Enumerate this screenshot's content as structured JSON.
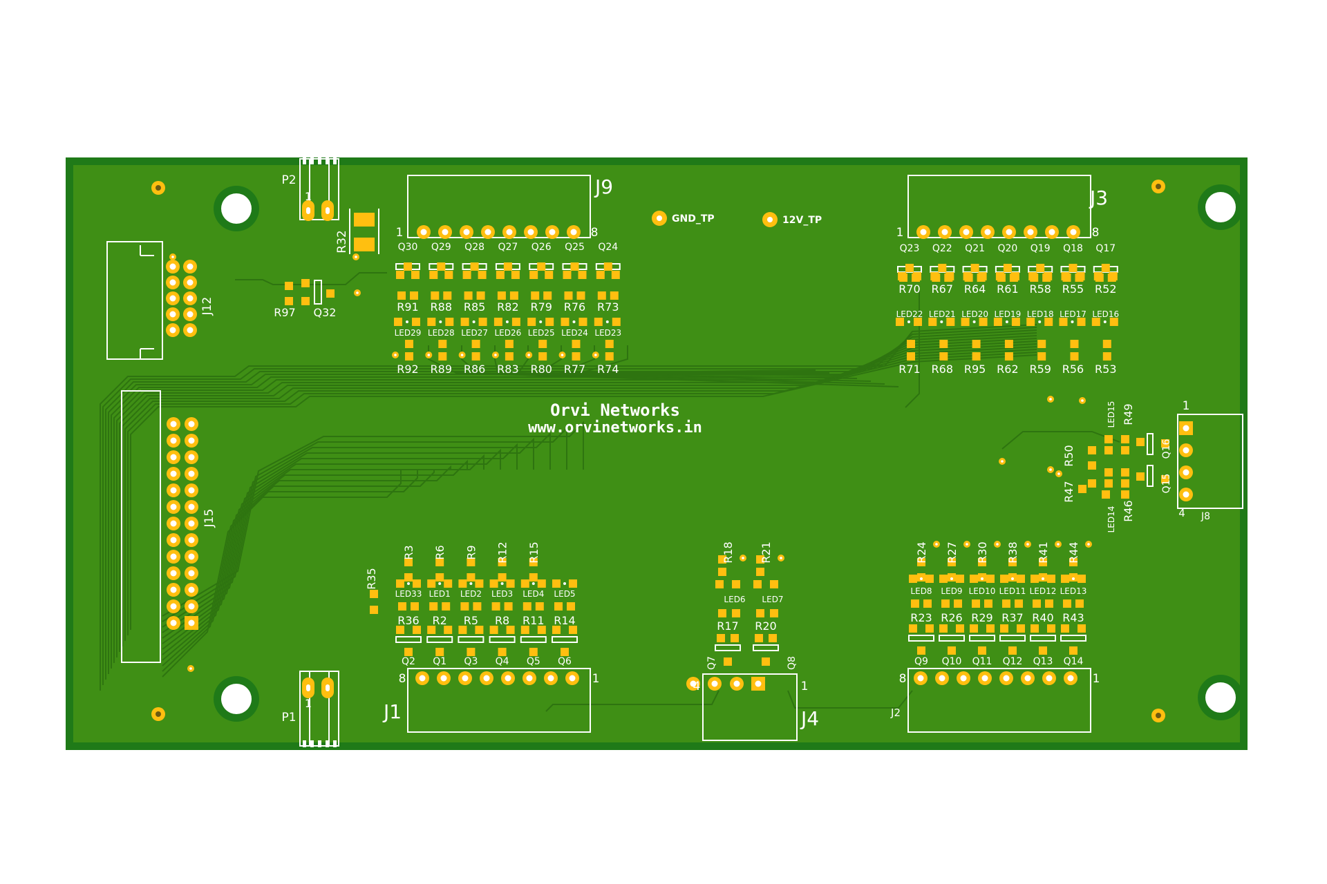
{
  "colors": {
    "background": "#ffffff",
    "board_edge": "#1f7a18",
    "board": "#3f8f15",
    "copper": "#ffbf10",
    "silk": "#ffffff",
    "trace": "#2e7410"
  },
  "brand": {
    "name": "Orvi Networks",
    "url": "www.orvinetworks.in"
  },
  "test_points": {
    "gnd": "GND_TP",
    "v12": "12V_TP"
  },
  "connectors": {
    "j9": {
      "ref": "J9",
      "pin_first": "1",
      "pin_last": "8"
    },
    "j3": {
      "ref": "J3",
      "pin_first": "1",
      "pin_last": "8"
    },
    "j1": {
      "ref": "J1",
      "pin_first": "8",
      "pin_last": "1"
    },
    "j2": {
      "ref": "J2",
      "pin_first": "8",
      "pin_last": "1"
    },
    "j4": {
      "ref": "J4",
      "pin_first": "4",
      "pin_last": "1"
    },
    "j8": {
      "ref": "J8",
      "pin_first": "1",
      "pin_last": "4"
    },
    "j12": {
      "ref": "J12"
    },
    "j15": {
      "ref": "J15"
    },
    "p1": {
      "ref": "P1",
      "pin": "1"
    },
    "p2": {
      "ref": "P2",
      "pin": "1"
    }
  },
  "misc": {
    "r32": "R32",
    "r97": "R97",
    "q32": "Q32",
    "r35": "R35"
  },
  "top_left": {
    "q": [
      "Q30",
      "Q29",
      "Q28",
      "Q27",
      "Q26",
      "Q25",
      "Q24"
    ],
    "r_top": [
      "R91",
      "R88",
      "R85",
      "R82",
      "R79",
      "R76",
      "R73"
    ],
    "led": [
      "LED29",
      "LED28",
      "LED27",
      "LED26",
      "LED25",
      "LED24",
      "LED23"
    ],
    "r_bot": [
      "R92",
      "R89",
      "R86",
      "R83",
      "R80",
      "R77",
      "R74"
    ]
  },
  "top_right": {
    "q": [
      "Q23",
      "Q22",
      "Q21",
      "Q20",
      "Q19",
      "Q18",
      "Q17"
    ],
    "r_top": [
      "R70",
      "R67",
      "R64",
      "R61",
      "R58",
      "R55",
      "R52"
    ],
    "led": [
      "LED22",
      "LED21",
      "LED20",
      "LED19",
      "LED18",
      "LED17",
      "LED16"
    ],
    "r_bot": [
      "R71",
      "R68",
      "R95",
      "R62",
      "R59",
      "R56",
      "R53"
    ]
  },
  "bottom_left": {
    "r_top": [
      "R3",
      "R6",
      "R9",
      "R12",
      "R15"
    ],
    "led": [
      "LED33",
      "LED1",
      "LED2",
      "LED3",
      "LED4",
      "LED5"
    ],
    "r_mid": [
      "R36",
      "R2",
      "R5",
      "R8",
      "R11",
      "R14"
    ],
    "q": [
      "Q2",
      "Q1",
      "Q3",
      "Q4",
      "Q5",
      "Q6"
    ]
  },
  "bottom_mid": {
    "r_top": [
      "R18",
      "R21"
    ],
    "led": [
      "LED6",
      "LED7"
    ],
    "r_mid": [
      "R17",
      "R20"
    ],
    "q": [
      "Q7",
      "Q8"
    ]
  },
  "bottom_right": {
    "r_top": [
      "R24",
      "R27",
      "R30",
      "R38",
      "R41",
      "R44"
    ],
    "led": [
      "LED8",
      "LED9",
      "LED10",
      "LED11",
      "LED12",
      "LED13"
    ],
    "r_mid": [
      "R23",
      "R26",
      "R29",
      "R37",
      "R40",
      "R43"
    ],
    "q": [
      "Q9",
      "Q10",
      "Q11",
      "Q12",
      "Q13",
      "Q14"
    ]
  },
  "right_group": {
    "r49": "R49",
    "r50": "R50",
    "r47": "R47",
    "r46": "R46",
    "led15": "LED15",
    "led14": "LED14",
    "q16": "Q16",
    "q15": "Q15"
  }
}
